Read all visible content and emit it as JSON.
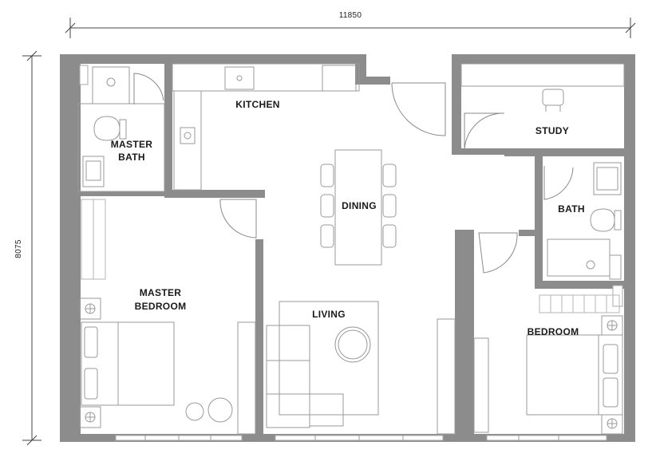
{
  "dimensions": {
    "width": "11850",
    "height": "8075"
  },
  "rooms": {
    "kitchen": "KITCHEN",
    "master_bath_line1": "MASTER",
    "master_bath_line2": "BATH",
    "study": "STUDY",
    "dining": "DINING",
    "bath": "BATH",
    "master_bedroom_line1": "MASTER",
    "master_bedroom_line2": "BEDROOM",
    "living": "LIVING",
    "bedroom": "BEDROOM"
  },
  "colors": {
    "wall": "#8c8c8c",
    "fixture_line": "#9a9a9a",
    "label": "#1a1a1a"
  }
}
